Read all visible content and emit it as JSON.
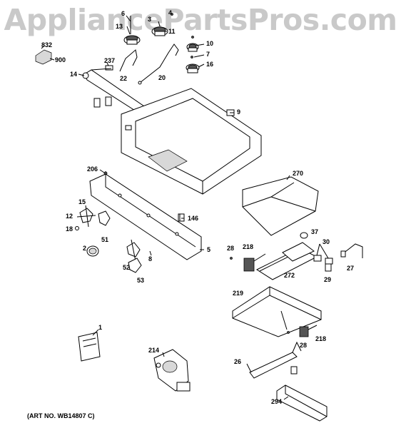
{
  "watermark": "AppliancePartsPros.com",
  "art_number": "(ART NO. WB14807 C)",
  "callouts": [
    "6",
    "3",
    "4",
    "13",
    "11",
    "10",
    "7",
    "16",
    "832",
    "900",
    "237",
    "14",
    "22",
    "20",
    "9",
    "206",
    "270",
    "15",
    "12",
    "18",
    "146",
    "37",
    "30",
    "218",
    "28",
    "2",
    "51",
    "52",
    "8",
    "53",
    "5",
    "27",
    "29",
    "272",
    "219",
    "1",
    "214",
    "218",
    "28",
    "26",
    "294"
  ]
}
